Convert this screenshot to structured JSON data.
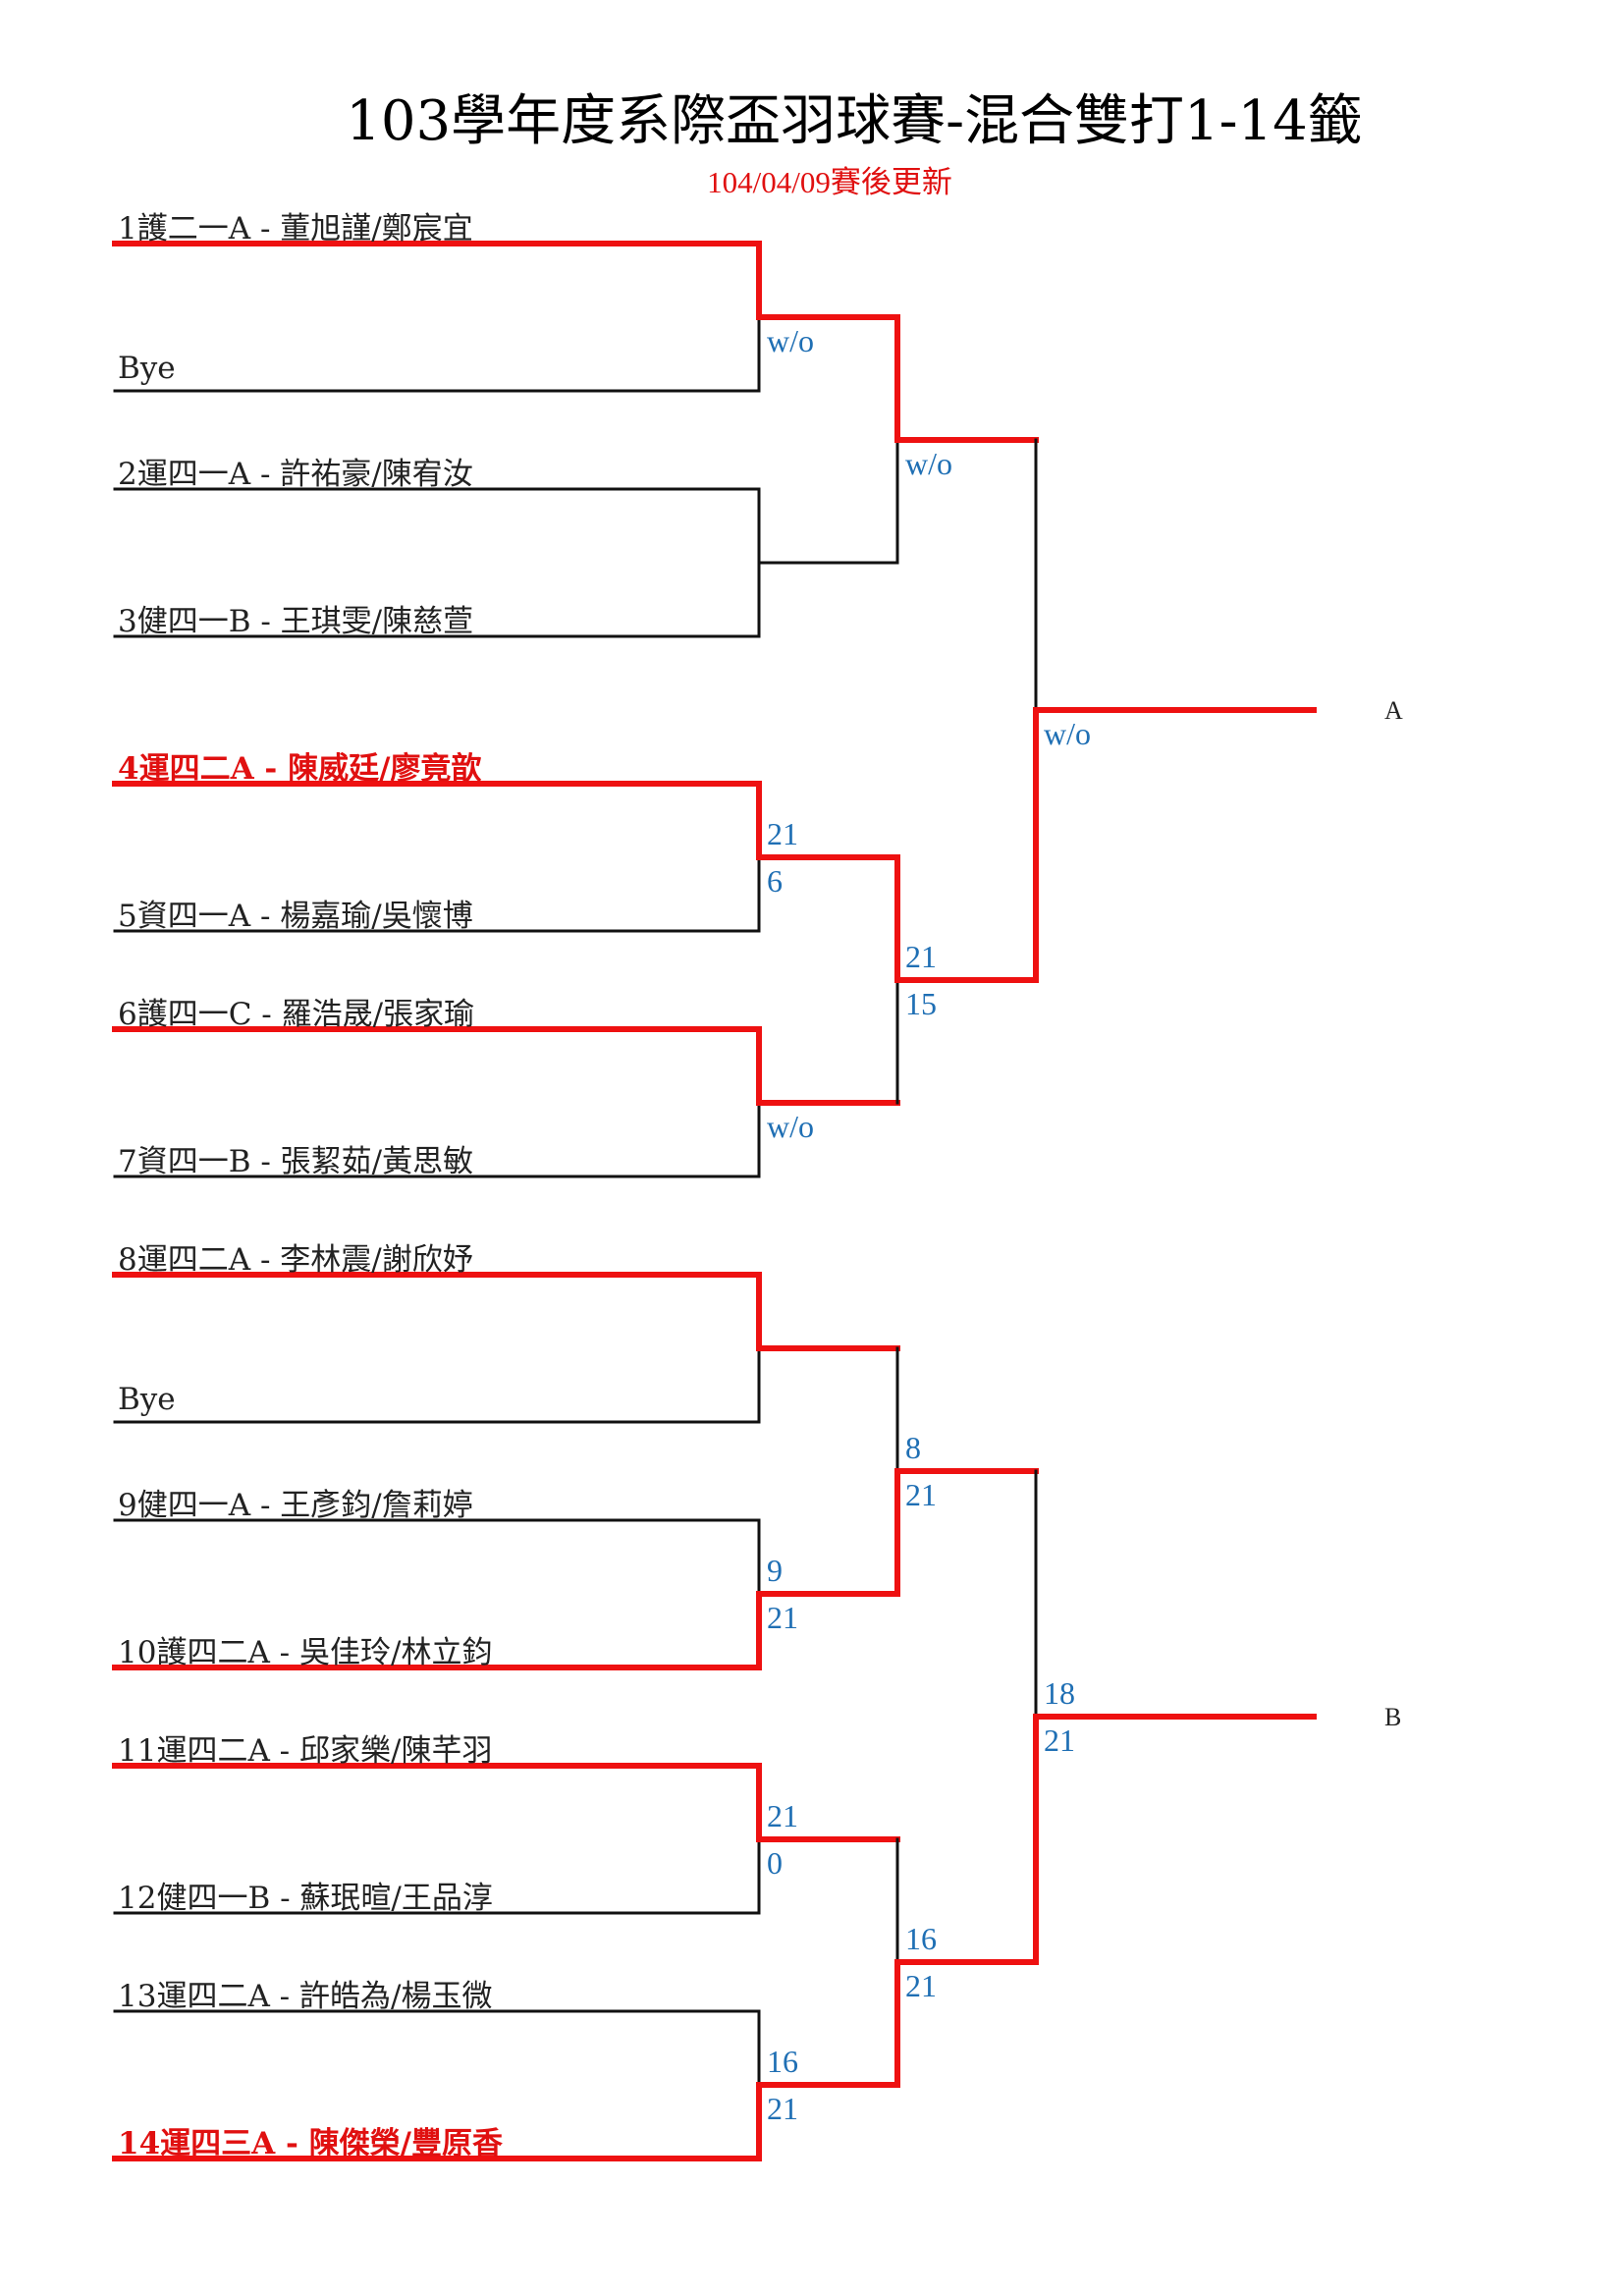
{
  "header": {
    "title": "103學年度系際盃羽球賽-混合雙打1-14籤",
    "subtitle": "104/04/09賽後更新"
  },
  "colors": {
    "winner_line": "#ee1111",
    "loser_line": "#111111",
    "score_text": "#1f6fb4",
    "highlight_text": "#e01010"
  },
  "teams": [
    {
      "name": "1護二一A - 董旭謹/鄭宸宜",
      "highlight": false
    },
    {
      "name": "Bye",
      "highlight": false
    },
    {
      "name": "2運四一A - 許祐豪/陳宥汝",
      "highlight": false
    },
    {
      "name": "3健四一B - 王琪雯/陳慈萱",
      "highlight": false
    },
    {
      "name": "4運四二A - 陳威廷/廖竟歆",
      "highlight": true
    },
    {
      "name": "5資四一A - 楊嘉瑜/吳懷博",
      "highlight": false
    },
    {
      "name": "6護四一C - 羅浩晟/張家瑜",
      "highlight": false
    },
    {
      "name": "7資四一B - 張絜茹/黃思敏",
      "highlight": false
    },
    {
      "name": "8運四二A - 李林震/謝欣妤",
      "highlight": false
    },
    {
      "name": "Bye",
      "highlight": false
    },
    {
      "name": "9健四一A - 王彥鈞/詹莉婷",
      "highlight": false
    },
    {
      "name": "10護四二A - 吳佳玲/林立鈞",
      "highlight": false
    },
    {
      "name": "11運四二A - 邱家樂/陳芊羽",
      "highlight": false
    },
    {
      "name": "12健四一B - 蘇珉暄/王品淳",
      "highlight": false
    },
    {
      "name": "13運四二A - 許皓為/楊玉微",
      "highlight": false
    },
    {
      "name": "14運四三A - 陳傑榮/豐原香",
      "highlight": true
    }
  ],
  "rounds": {
    "round1": [
      {
        "top_score": "",
        "bottom_score": "w/o",
        "winner": "top"
      },
      {
        "top_score": "",
        "bottom_score": "",
        "winner": "none"
      },
      {
        "top_score": "21",
        "bottom_score": "6",
        "winner": "top"
      },
      {
        "top_score": "",
        "bottom_score": "w/o",
        "winner": "top"
      },
      {
        "top_score": "",
        "bottom_score": "",
        "winner": "top"
      },
      {
        "top_score": "9",
        "bottom_score": "21",
        "winner": "bottom"
      },
      {
        "top_score": "21",
        "bottom_score": "0",
        "winner": "top"
      },
      {
        "top_score": "16",
        "bottom_score": "21",
        "winner": "bottom"
      }
    ],
    "round2": [
      {
        "top_score": "",
        "bottom_score": "w/o",
        "winner": "top"
      },
      {
        "top_score": "21",
        "bottom_score": "15",
        "winner": "top"
      },
      {
        "top_score": "8",
        "bottom_score": "21",
        "winner": "bottom"
      },
      {
        "top_score": "16",
        "bottom_score": "21",
        "winner": "bottom"
      }
    ],
    "round3": [
      {
        "top_score": "",
        "bottom_score": "w/o",
        "winner": "bottom"
      },
      {
        "top_score": "18",
        "bottom_score": "21",
        "winner": "bottom"
      }
    ]
  },
  "finals": [
    {
      "label": "A"
    },
    {
      "label": "B"
    }
  ]
}
